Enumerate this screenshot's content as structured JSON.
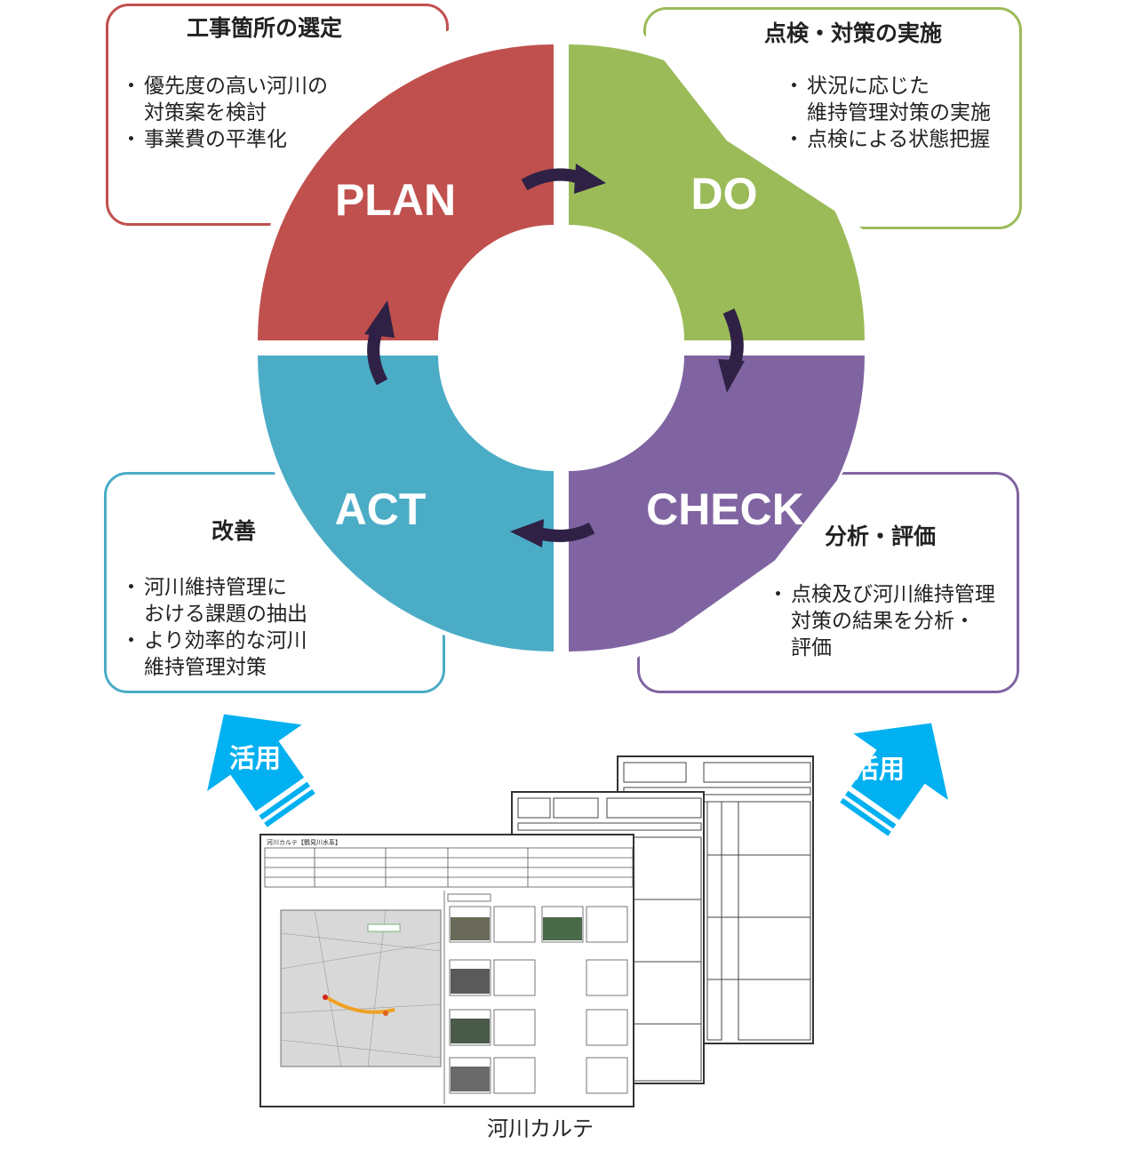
{
  "cycle": {
    "plan": {
      "label": "PLAN",
      "color": "#C0504D"
    },
    "do": {
      "label": "DO",
      "color": "#9BBB59"
    },
    "check": {
      "label": "CHECK",
      "color": "#8064A2"
    },
    "act": {
      "label": "ACT",
      "color": "#4BACC6"
    },
    "arrow_color": "#2E2145"
  },
  "boxes": {
    "plan": {
      "title": "工事箇所の選定",
      "bullets": [
        "優先度の高い河川の\n対策案を検討",
        "事業費の平準化"
      ]
    },
    "do": {
      "title": "点検・対策の実施",
      "bullets": [
        "状況に応じた\n維持管理対策の実施",
        "点検による状態把握"
      ]
    },
    "check": {
      "title": "分析・評価",
      "bullets": [
        "点検及び河川維持管理\n対策の結果を分析・\n評価"
      ]
    },
    "act": {
      "title": "改善",
      "bullets": [
        "河川維持管理に\nおける課題の抽出",
        "より効率的な河川\n維持管理対策"
      ]
    }
  },
  "usage_arrows": {
    "label": "活用",
    "color": "#00B0F0"
  },
  "karte": {
    "caption": "河川カルテ",
    "header_title": "河川カルテ【鶴見川水系】"
  }
}
